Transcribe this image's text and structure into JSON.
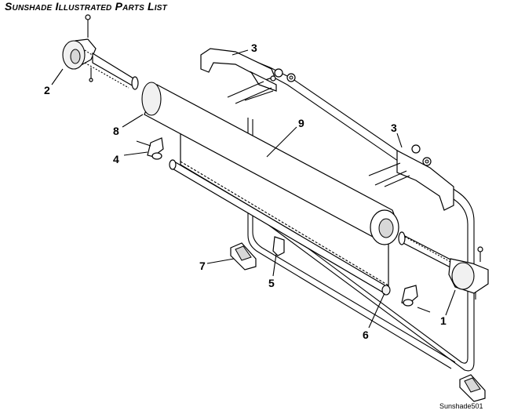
{
  "header": {
    "title": "Sunshade Illustrated Parts List"
  },
  "figure_id": "Sunshade501",
  "callouts": [
    {
      "id": "c1",
      "label": "1"
    },
    {
      "id": "c2",
      "label": "2"
    },
    {
      "id": "c3a",
      "label": "3"
    },
    {
      "id": "c3b",
      "label": "3"
    },
    {
      "id": "c4",
      "label": "4"
    },
    {
      "id": "c5",
      "label": "5"
    },
    {
      "id": "c6",
      "label": "6"
    },
    {
      "id": "c7",
      "label": "7"
    },
    {
      "id": "c8",
      "label": "8"
    },
    {
      "id": "c9",
      "label": "9"
    }
  ]
}
